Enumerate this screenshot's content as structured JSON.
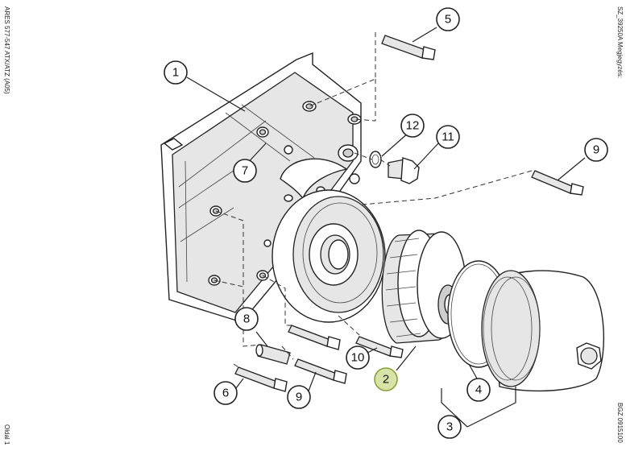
{
  "side_text": {
    "left_top": "ARES 577-547 ATX/ATZ (A05)",
    "left_bottom": "Oldal 1",
    "right_top": "SZ_39250A  Megjegyzés:",
    "right_bottom": "BGZ 0915100"
  },
  "callouts": [
    {
      "id": "c1",
      "label": "1"
    },
    {
      "id": "c2",
      "label": "2"
    },
    {
      "id": "c3",
      "label": "3"
    },
    {
      "id": "c4",
      "label": "4"
    },
    {
      "id": "c5",
      "label": "5"
    },
    {
      "id": "c6",
      "label": "6"
    },
    {
      "id": "c7",
      "label": "7"
    },
    {
      "id": "c8",
      "label": "8"
    },
    {
      "id": "c9a",
      "label": "9"
    },
    {
      "id": "c9b",
      "label": "9"
    },
    {
      "id": "c10",
      "label": "10"
    },
    {
      "id": "c11",
      "label": "11"
    },
    {
      "id": "c12",
      "label": "12"
    }
  ],
  "colors": {
    "ink": "#222222",
    "highlight_fill": "#d8e3a8",
    "highlight_stroke": "#8aa03a"
  }
}
